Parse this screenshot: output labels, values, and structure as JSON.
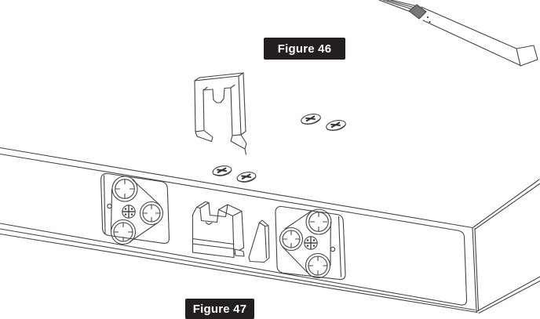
{
  "figures": {
    "fig46": {
      "label": "Figure 46"
    },
    "fig47": {
      "label": "Figure 47"
    }
  },
  "colors": {
    "background": "#ffffff",
    "line": "#444444",
    "label_background": "#231f20",
    "label_text": "#ffffff"
  },
  "illustration": {
    "description_parts": [
      "screwdriver",
      "mounting-clip",
      "loose-screws",
      "soundbar-rear-panel",
      "keyhole-bracket-left",
      "clip-holder",
      "release-lever",
      "keyhole-bracket-right",
      "rear-panel-screws"
    ]
  }
}
